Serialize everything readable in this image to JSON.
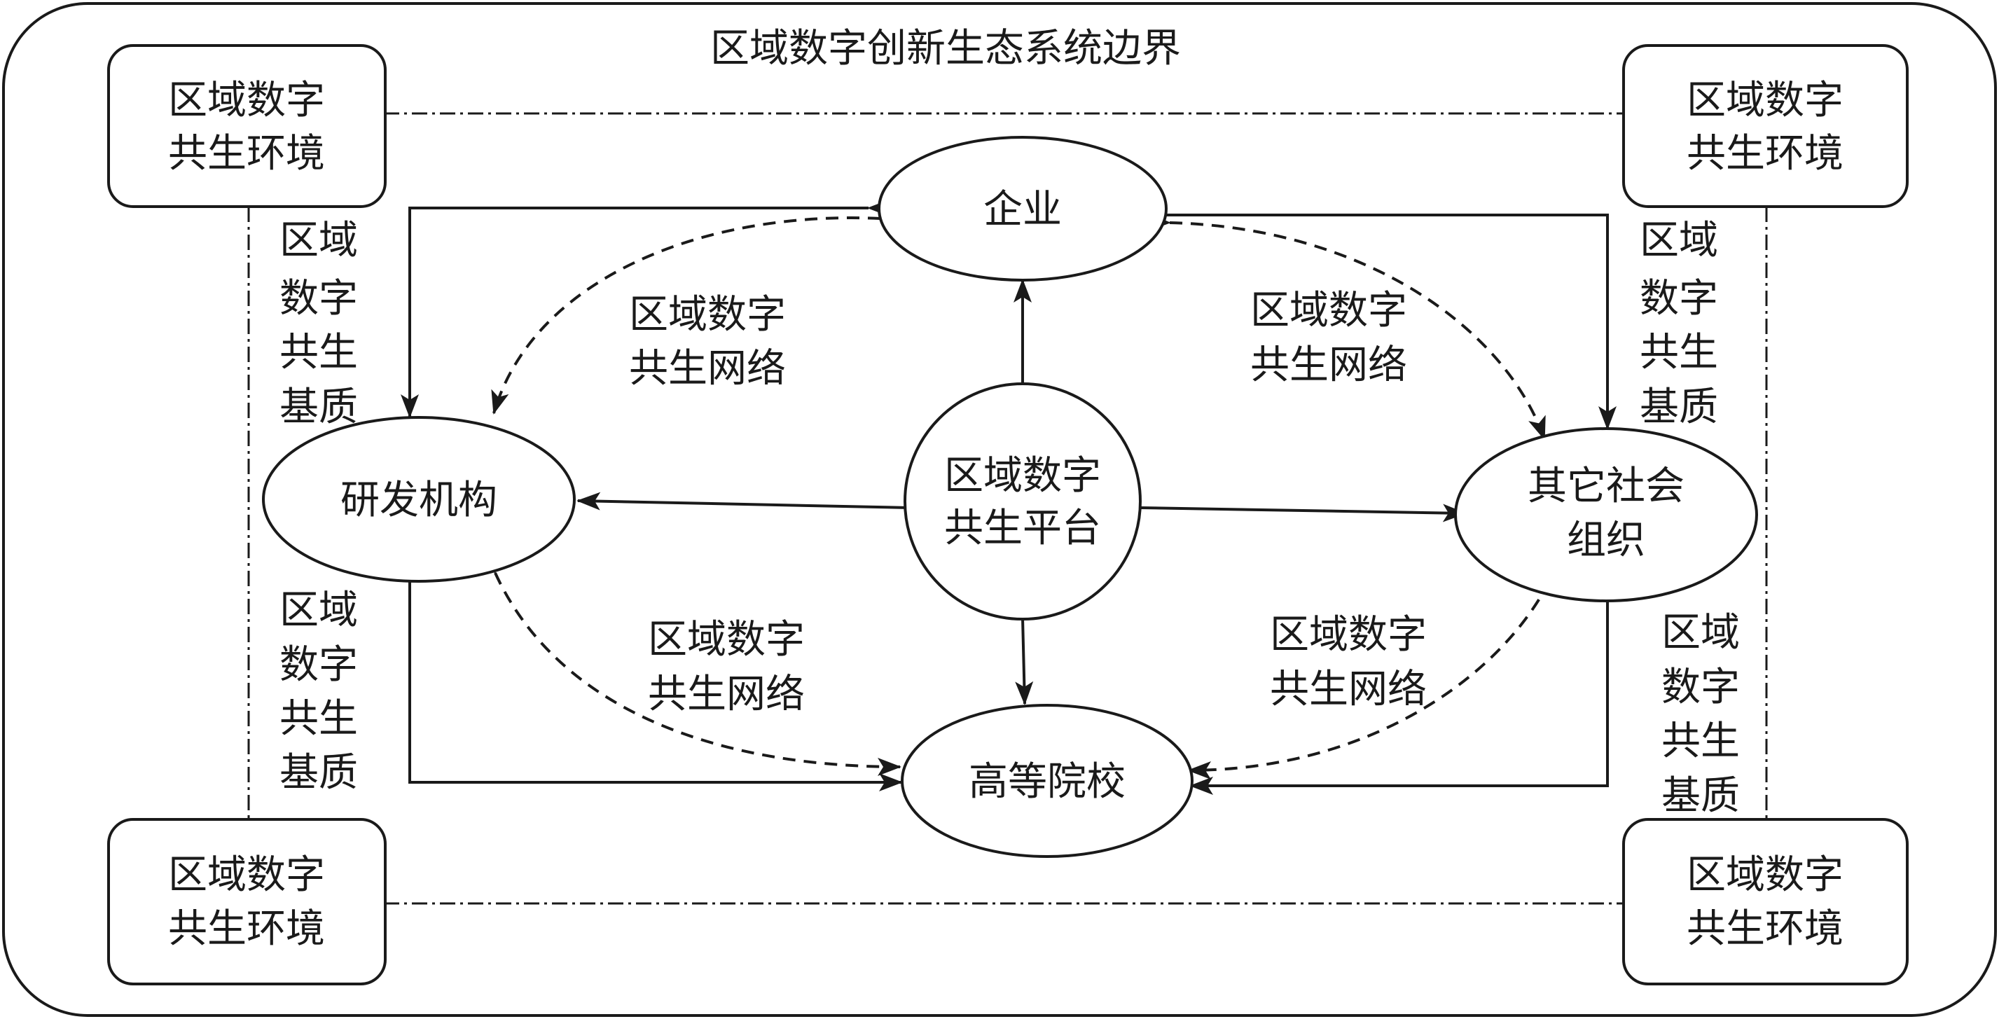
{
  "boundary_title": "区域数字创新生态系统边界",
  "environment_label": [
    "区域数字",
    "共生环境"
  ],
  "substrate_label": [
    "区域",
    "数字",
    "共生",
    "基质"
  ],
  "network_label": [
    "区域数字",
    "共生网络"
  ],
  "nodes": {
    "platform": [
      "区域数字",
      "共生平台"
    ],
    "enterprise": [
      "企业"
    ],
    "research": [
      "研发机构"
    ],
    "university": [
      "高等院校"
    ],
    "social": [
      "其它社会",
      "组织"
    ]
  }
}
